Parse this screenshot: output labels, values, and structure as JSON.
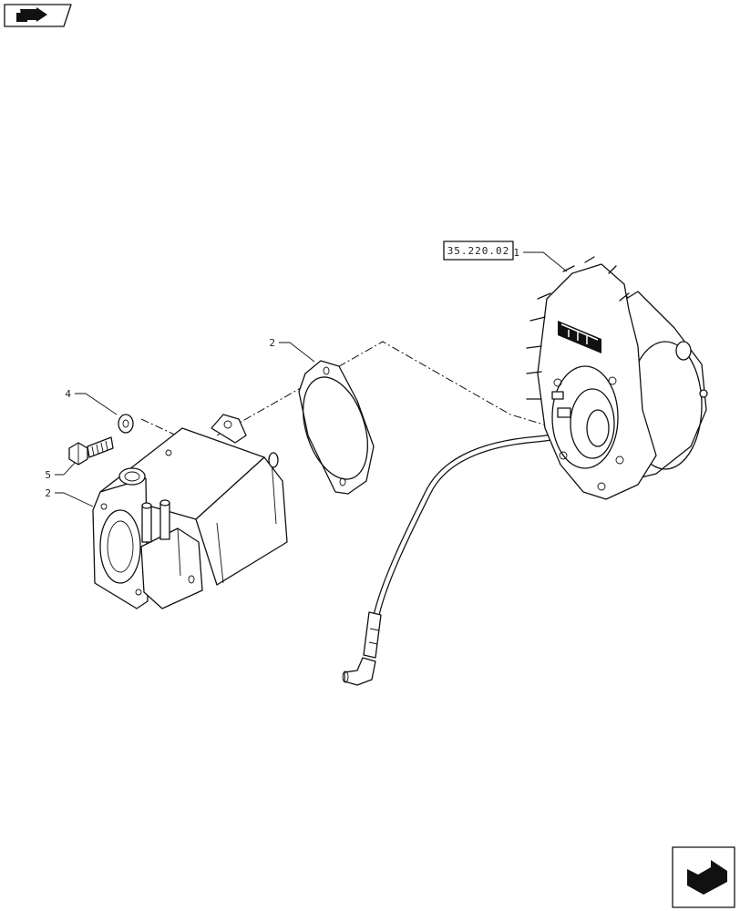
{
  "reference": {
    "label": "35.220.02"
  },
  "callouts": [
    {
      "id": "1",
      "text": "1"
    },
    {
      "id": "2a",
      "text": "2"
    },
    {
      "id": "2b",
      "text": "2"
    },
    {
      "id": "4",
      "text": "4"
    },
    {
      "id": "5",
      "text": "5"
    }
  ],
  "icons": {
    "top_left": "book-with-arrow-icon",
    "bottom_right": "next-page-arrow-icon"
  }
}
